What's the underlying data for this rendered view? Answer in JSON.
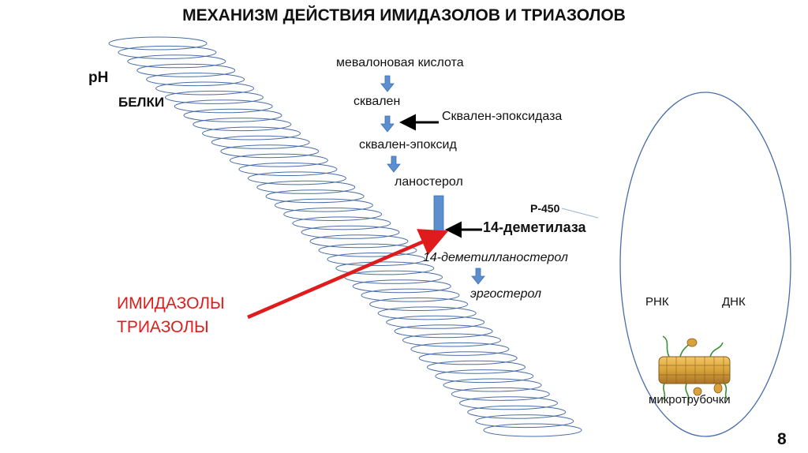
{
  "title": "МЕХАНИЗМ ДЕЙСТВИЯ ИМИДАЗОЛОВ И ТРИАЗОЛОВ",
  "left_labels": {
    "ph": "рН",
    "proteins": "БЕЛКИ"
  },
  "pathway": {
    "steps": [
      "мевалоновая кислота",
      "сквален",
      "сквален-эпоксид",
      "ланостерол",
      "14-деметилланостерол",
      "эргостерол"
    ],
    "enzyme_1": "Сквален-эпоксидаза",
    "enzyme_2_label": "Р-450",
    "enzyme_2": "14-деметилаза"
  },
  "drugs": {
    "line1": "ИМИДАЗОЛЫ",
    "line2": "ТРИАЗОЛЫ"
  },
  "cell": {
    "rna": "РНК",
    "dna": "ДНК",
    "microtubules": "микротрубочки"
  },
  "page_number": "8",
  "colors": {
    "membrane": "#4a6ea8",
    "arrow_blue": "#5b8fd0",
    "drug_red": "#e01b1b",
    "inhibitor_black": "#000000"
  }
}
